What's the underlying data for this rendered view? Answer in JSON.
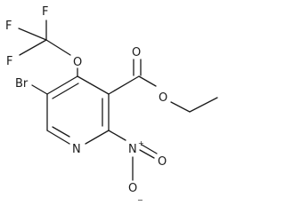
{
  "molecule": {
    "atoms": {
      "f1": "F",
      "f2": "F",
      "f3": "F",
      "o_ether": "O",
      "br": "Br",
      "o_carbonyl": "O",
      "o_ester": "O",
      "n_ring": "N",
      "n_nitro": "N",
      "o_nitro1": "O",
      "o_nitro2": "O"
    },
    "charges": {
      "n_nitro": "+",
      "o_nitro2": "−"
    }
  }
}
